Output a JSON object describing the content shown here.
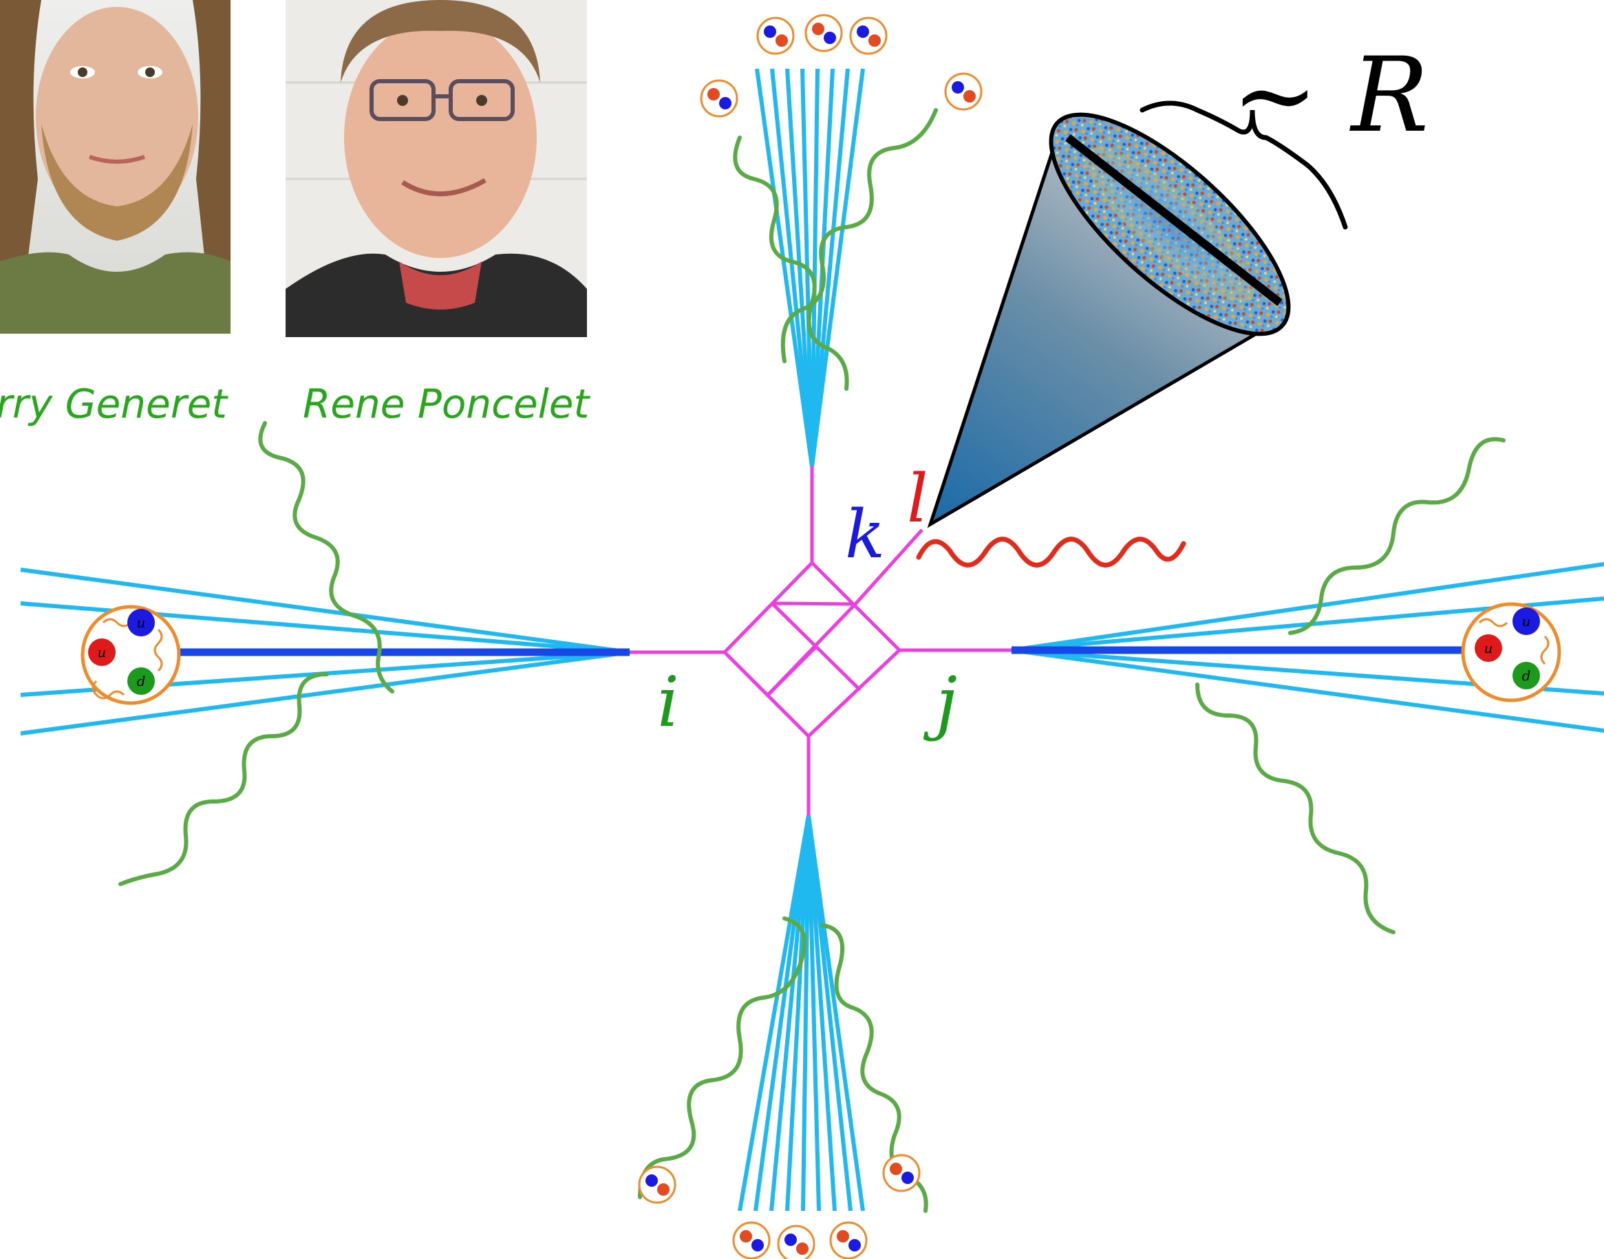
{
  "people": [
    {
      "name": "Terry Generet"
    },
    {
      "name": "Rene Poncelet"
    }
  ],
  "legs": {
    "i": "i",
    "j": "j",
    "k": "k",
    "l": "l"
  },
  "cone_label": "~ R",
  "proton_quarks": [
    "u",
    "u",
    "d"
  ],
  "colors": {
    "jet": "#1fb8ef",
    "beam": "#1747e6",
    "vertex": "#ee3ee0",
    "gluon": "#5aab46",
    "photon": "#e22b1a",
    "proton_ring": "#f08b2a",
    "name_text": "#26a81a",
    "k_label": "#1a1ae0",
    "l_label": "#e01a1a"
  }
}
